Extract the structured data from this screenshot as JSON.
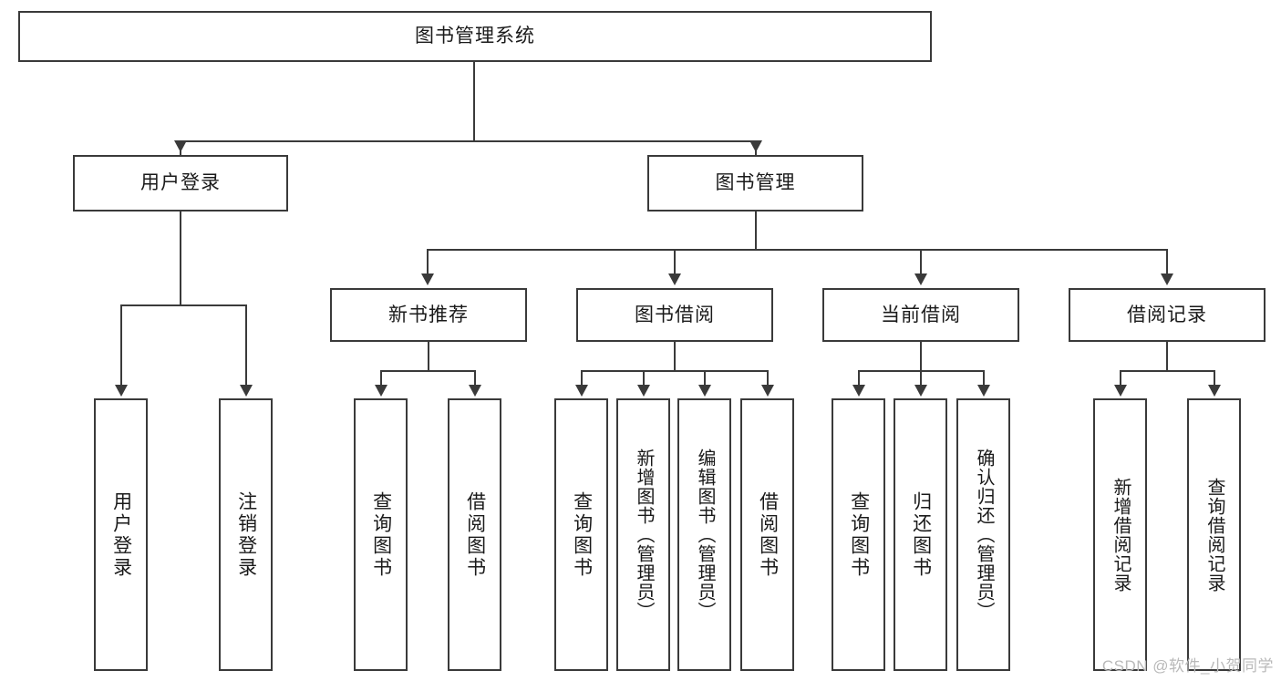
{
  "diagram": {
    "title": "图书管理系统",
    "type": "tree-hierarchy-chart",
    "root": {
      "id": "root",
      "label": "图书管理系统"
    },
    "level2": [
      {
        "id": "user-login",
        "label": "用户登录"
      },
      {
        "id": "book-manage",
        "label": "图书管理"
      }
    ],
    "level3": [
      {
        "id": "new-book-recommend",
        "label": "新书推荐"
      },
      {
        "id": "book-borrow",
        "label": "图书借阅"
      },
      {
        "id": "current-borrow",
        "label": "当前借阅"
      },
      {
        "id": "borrow-record",
        "label": "借阅记录"
      }
    ],
    "leaves": {
      "user_login": [
        {
          "id": "leaf-user-login",
          "label": "用户登录"
        },
        {
          "id": "leaf-logout-login",
          "label": "注销登录"
        }
      ],
      "new_book_recommend": [
        {
          "id": "leaf-query-book-1",
          "label": "查询图书"
        },
        {
          "id": "leaf-borrow-book-1",
          "label": "借阅图书"
        }
      ],
      "book_borrow": [
        {
          "id": "leaf-query-book-2",
          "label": "查询图书"
        },
        {
          "id": "leaf-add-book",
          "label": "新增图书（管理员）"
        },
        {
          "id": "leaf-edit-book",
          "label": "编辑图书（管理员）"
        },
        {
          "id": "leaf-borrow-book-2",
          "label": "借阅图书"
        }
      ],
      "current_borrow": [
        {
          "id": "leaf-query-book-3",
          "label": "查询图书"
        },
        {
          "id": "leaf-return-book",
          "label": "归还图书"
        },
        {
          "id": "leaf-confirm-return",
          "label": "确认归还（管理员）"
        }
      ],
      "borrow_record": [
        {
          "id": "leaf-add-record",
          "label": "新增借阅记录"
        },
        {
          "id": "leaf-query-record",
          "label": "查询借阅记录"
        }
      ]
    }
  },
  "watermark": {
    "text": "CSDN @软件_小贺同学"
  },
  "colors": {
    "stroke": "#3a3a3a",
    "text": "#1a1a1a",
    "background": "#ffffff",
    "watermark": "#b9b9b9"
  }
}
